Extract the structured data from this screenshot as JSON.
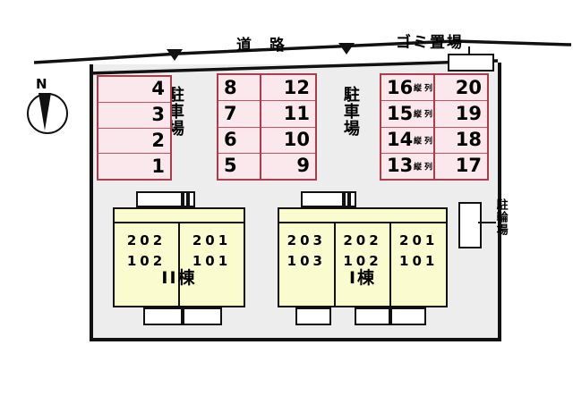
{
  "map": {
    "road_label": "道 路",
    "garbage_label": "ゴミ置場",
    "bicycle_label": "駐輪場",
    "parking_label_left": "駐車場",
    "parking_label_right": "駐車場",
    "compass_label": "N",
    "tandem_label_a": "縦",
    "tandem_label_b": "列"
  },
  "colors": {
    "parking_border": "#b03a4a",
    "parking_fill": "#fae8ec",
    "building_fill": "#fbfbd0",
    "site_fill": "#ededed",
    "outline": "#111111"
  },
  "parking": {
    "block_a": {
      "numbers": [
        "4",
        "3",
        "2",
        "1"
      ]
    },
    "block_b": {
      "left_column": [
        "8",
        "7",
        "6",
        "5"
      ],
      "right_column": [
        "12",
        "11",
        "10",
        "9"
      ]
    },
    "block_c": {
      "rows": [
        {
          "left": "16",
          "right": "20"
        },
        {
          "left": "15",
          "right": "19"
        },
        {
          "left": "14",
          "right": "18"
        },
        {
          "left": "13",
          "right": "17"
        }
      ]
    }
  },
  "buildings": [
    {
      "name": "II棟",
      "units": [
        {
          "upper": "202",
          "lower": "102"
        },
        {
          "upper": "201",
          "lower": "101"
        }
      ]
    },
    {
      "name": "I棟",
      "units": [
        {
          "upper": "203",
          "lower": "103"
        },
        {
          "upper": "202",
          "lower": "102"
        },
        {
          "upper": "201",
          "lower": "101"
        }
      ]
    }
  ]
}
